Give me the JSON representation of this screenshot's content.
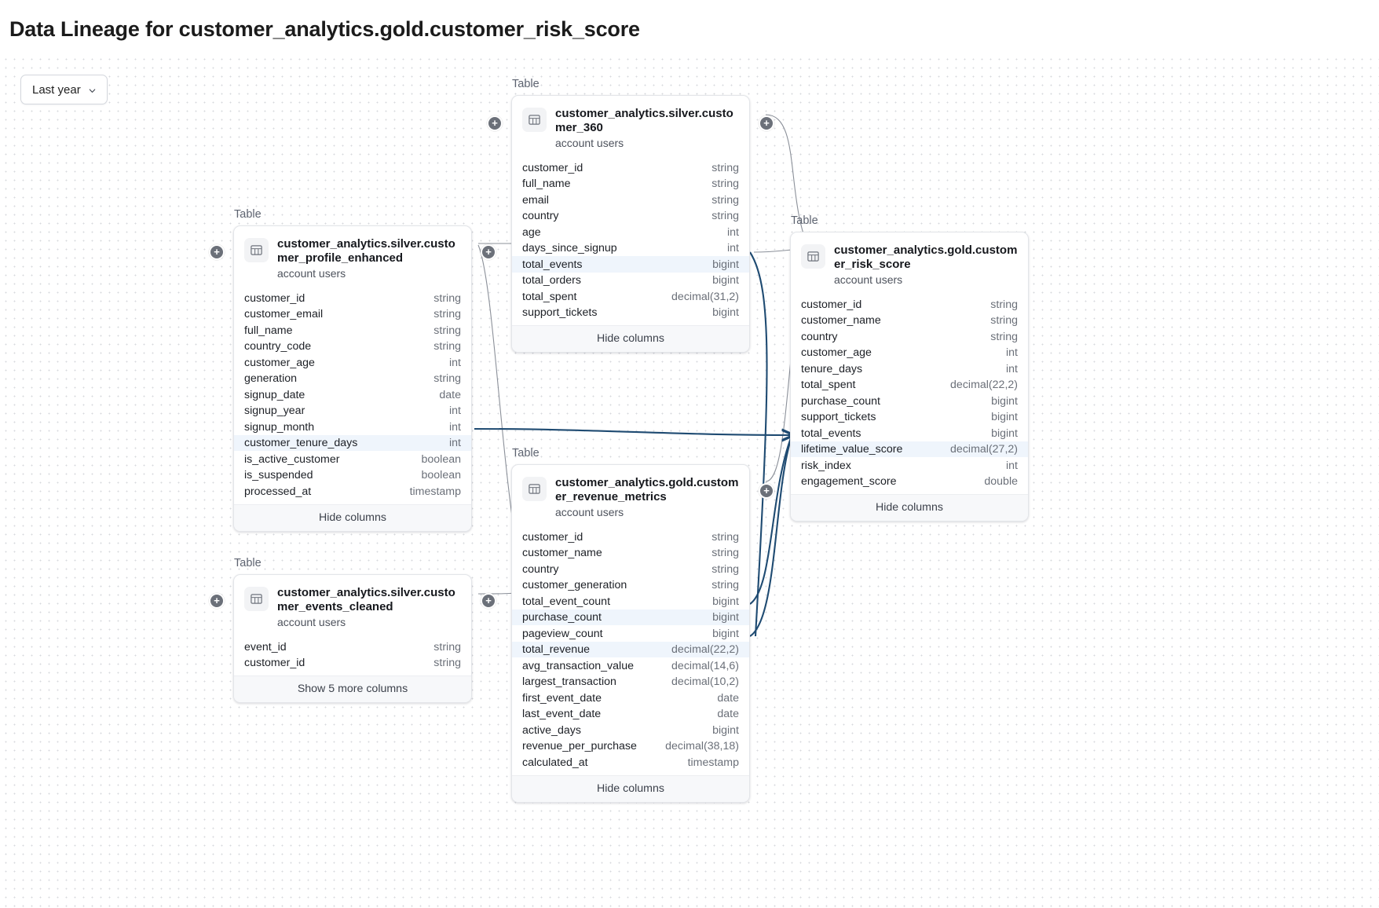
{
  "page": {
    "title": "Data Lineage for customer_analytics.gold.customer_risk_score"
  },
  "toolbar": {
    "time_range_label": "Last year",
    "chevron_icon": "chevron-down-icon"
  },
  "labels": {
    "node_kind": "Table",
    "hide_columns": "Hide columns",
    "show_more": "Show 5 more columns",
    "plus_icon": "+"
  },
  "colors": {
    "highlight_row": "#eff5fc",
    "edge_default": "#8b9099",
    "edge_active": "#1f4b72",
    "canvas_dot": "#d7d9dd",
    "node_border": "#e3e5e9"
  },
  "nodes": [
    {
      "id": "customer_360",
      "kind": "Table",
      "title": "customer_analytics.silver.customer_360",
      "subtitle": "account users",
      "footer": "Hide columns",
      "columns": [
        {
          "name": "customer_id",
          "type": "string",
          "highlight": false
        },
        {
          "name": "full_name",
          "type": "string",
          "highlight": false
        },
        {
          "name": "email",
          "type": "string",
          "highlight": false
        },
        {
          "name": "country",
          "type": "string",
          "highlight": false
        },
        {
          "name": "age",
          "type": "int",
          "highlight": false
        },
        {
          "name": "days_since_signup",
          "type": "int",
          "highlight": false
        },
        {
          "name": "total_events",
          "type": "bigint",
          "highlight": true
        },
        {
          "name": "total_orders",
          "type": "bigint",
          "highlight": false
        },
        {
          "name": "total_spent",
          "type": "decimal(31,2)",
          "highlight": false
        },
        {
          "name": "support_tickets",
          "type": "bigint",
          "highlight": false
        }
      ]
    },
    {
      "id": "customer_profile_enhanced",
      "kind": "Table",
      "title": "customer_analytics.silver.customer_profile_enhanced",
      "subtitle": "account users",
      "footer": "Hide columns",
      "columns": [
        {
          "name": "customer_id",
          "type": "string",
          "highlight": false
        },
        {
          "name": "customer_email",
          "type": "string",
          "highlight": false
        },
        {
          "name": "full_name",
          "type": "string",
          "highlight": false
        },
        {
          "name": "country_code",
          "type": "string",
          "highlight": false
        },
        {
          "name": "customer_age",
          "type": "int",
          "highlight": false
        },
        {
          "name": "generation",
          "type": "string",
          "highlight": false
        },
        {
          "name": "signup_date",
          "type": "date",
          "highlight": false
        },
        {
          "name": "signup_year",
          "type": "int",
          "highlight": false
        },
        {
          "name": "signup_month",
          "type": "int",
          "highlight": false
        },
        {
          "name": "customer_tenure_days",
          "type": "int",
          "highlight": true
        },
        {
          "name": "is_active_customer",
          "type": "boolean",
          "highlight": false
        },
        {
          "name": "is_suspended",
          "type": "boolean",
          "highlight": false
        },
        {
          "name": "processed_at",
          "type": "timestamp",
          "highlight": false
        }
      ]
    },
    {
      "id": "customer_events_cleaned",
      "kind": "Table",
      "title": "customer_analytics.silver.customer_events_cleaned",
      "subtitle": "account users",
      "footer": "Show 5 more columns",
      "columns": [
        {
          "name": "event_id",
          "type": "string",
          "highlight": false
        },
        {
          "name": "customer_id",
          "type": "string",
          "highlight": false
        }
      ]
    },
    {
      "id": "customer_revenue_metrics",
      "kind": "Table",
      "title": "customer_analytics.gold.customer_revenue_metrics",
      "subtitle": "account users",
      "footer": "Hide columns",
      "columns": [
        {
          "name": "customer_id",
          "type": "string",
          "highlight": false
        },
        {
          "name": "customer_name",
          "type": "string",
          "highlight": false
        },
        {
          "name": "country",
          "type": "string",
          "highlight": false
        },
        {
          "name": "customer_generation",
          "type": "string",
          "highlight": false
        },
        {
          "name": "total_event_count",
          "type": "bigint",
          "highlight": false
        },
        {
          "name": "purchase_count",
          "type": "bigint",
          "highlight": true
        },
        {
          "name": "pageview_count",
          "type": "bigint",
          "highlight": false
        },
        {
          "name": "total_revenue",
          "type": "decimal(22,2)",
          "highlight": true
        },
        {
          "name": "avg_transaction_value",
          "type": "decimal(14,6)",
          "highlight": false
        },
        {
          "name": "largest_transaction",
          "type": "decimal(10,2)",
          "highlight": false
        },
        {
          "name": "first_event_date",
          "type": "date",
          "highlight": false
        },
        {
          "name": "last_event_date",
          "type": "date",
          "highlight": false
        },
        {
          "name": "active_days",
          "type": "bigint",
          "highlight": false
        },
        {
          "name": "revenue_per_purchase",
          "type": "decimal(38,18)",
          "highlight": false
        },
        {
          "name": "calculated_at",
          "type": "timestamp",
          "highlight": false
        }
      ]
    },
    {
      "id": "customer_risk_score",
      "kind": "Table",
      "title": "customer_analytics.gold.customer_risk_score",
      "subtitle": "account users",
      "footer": "Hide columns",
      "columns": [
        {
          "name": "customer_id",
          "type": "string",
          "highlight": false
        },
        {
          "name": "customer_name",
          "type": "string",
          "highlight": false
        },
        {
          "name": "country",
          "type": "string",
          "highlight": false
        },
        {
          "name": "customer_age",
          "type": "int",
          "highlight": false
        },
        {
          "name": "tenure_days",
          "type": "int",
          "highlight": false
        },
        {
          "name": "total_spent",
          "type": "decimal(22,2)",
          "highlight": false
        },
        {
          "name": "purchase_count",
          "type": "bigint",
          "highlight": false
        },
        {
          "name": "support_tickets",
          "type": "bigint",
          "highlight": false
        },
        {
          "name": "total_events",
          "type": "bigint",
          "highlight": false
        },
        {
          "name": "lifetime_value_score",
          "type": "decimal(27,2)",
          "highlight": true
        },
        {
          "name": "risk_index",
          "type": "int",
          "highlight": false
        },
        {
          "name": "engagement_score",
          "type": "double",
          "highlight": false
        }
      ]
    }
  ]
}
